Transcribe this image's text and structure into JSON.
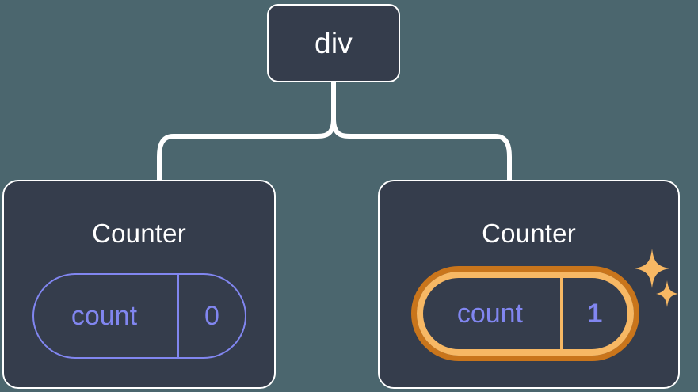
{
  "diagram": {
    "type": "component-tree",
    "background_color": "#4b666e",
    "node_fill_color": "#353d4c",
    "node_border_color": "#ffffff",
    "connector_color": "#ffffff",
    "state_color": "#8186f0",
    "highlight_outer_color": "#c9751b",
    "highlight_inner_color": "#f7b864",
    "root": {
      "label": "div"
    },
    "children": [
      {
        "title": "Counter",
        "state": {
          "key": "count",
          "value": "0"
        },
        "highlighted": false,
        "sparkles": false
      },
      {
        "title": "Counter",
        "state": {
          "key": "count",
          "value": "1"
        },
        "highlighted": true,
        "sparkles": true
      }
    ]
  }
}
